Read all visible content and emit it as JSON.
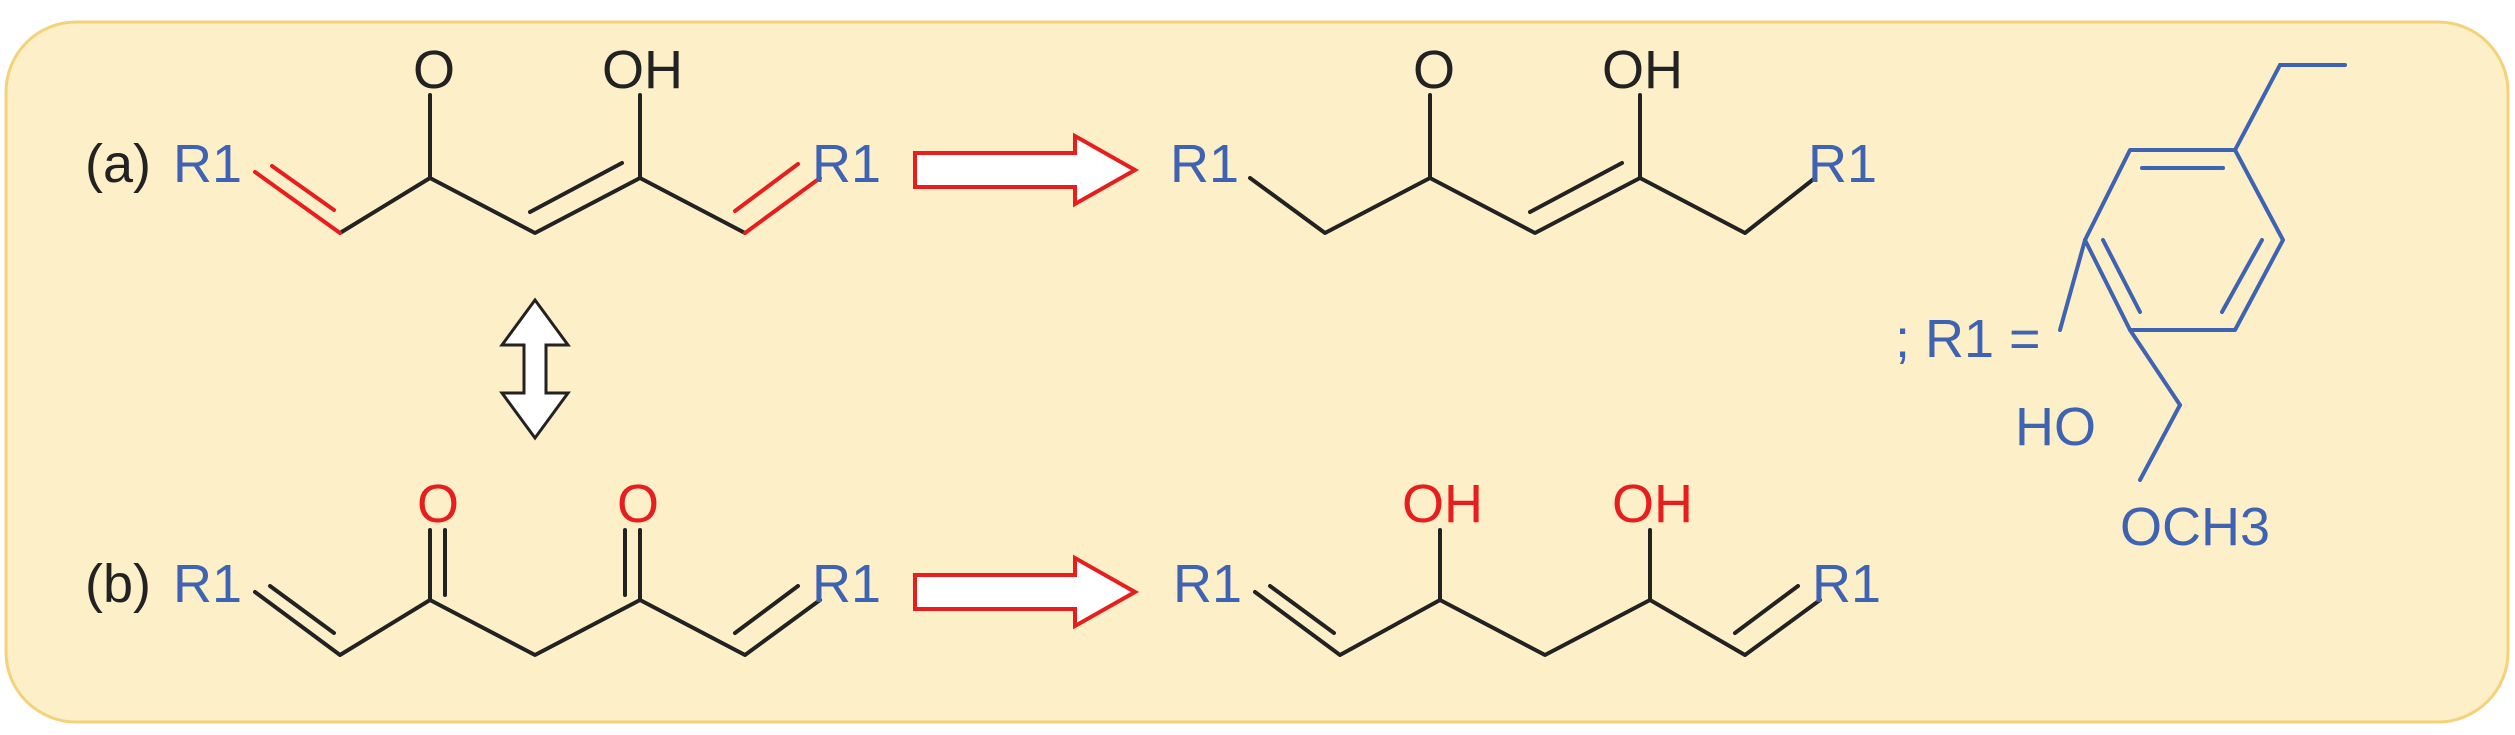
{
  "colors": {
    "background": "#fdefc8",
    "border": "#f3d27a",
    "bond_black": "#222222",
    "substituent_blue": "#3f63b3",
    "highlight_red": "#e81d1d",
    "arrow_fill": "#ffffff"
  },
  "panels": {
    "a": {
      "label": "(a)"
    },
    "b": {
      "label": "(b)"
    }
  },
  "atoms": {
    "r1": "R1",
    "oxygen": "O",
    "hydroxyl": "OH",
    "ho": "HO",
    "methoxy": "OCH3"
  },
  "definition": {
    "text": "; R1 ="
  },
  "arrows": {
    "reaction": "reaction-arrow-icon",
    "tautomer": "double-headed-arrow-icon"
  }
}
